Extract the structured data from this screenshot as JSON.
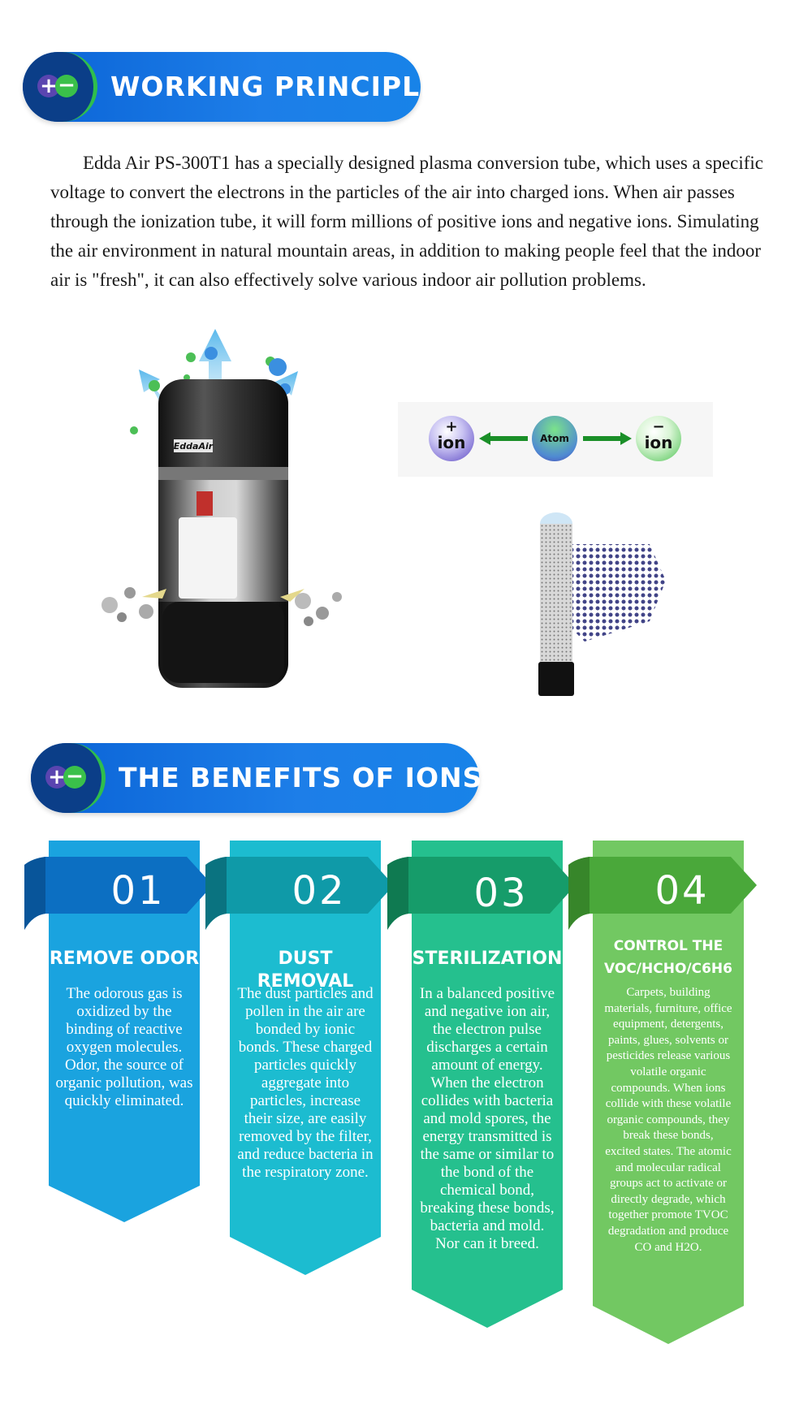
{
  "section1": {
    "title": "WORKING PRINCIPLE",
    "intro": "Edda Air PS-300T1 has a specially designed plasma conversion tube, which uses a specific voltage to convert the electrons in the particles of the air into charged ions. When air passes through the ionization tube, it will form millions of positive ions and negative ions. Simulating the air environment in natural mountain areas, in addition to making people feel that the indoor air is \"fresh\", it can also effectively solve various indoor air pollution problems."
  },
  "device": {
    "brand": "EddaAir"
  },
  "diagram": {
    "left_sign": "+",
    "left_label": "ion",
    "center_label": "Atom",
    "right_sign": "−",
    "right_label": "ion"
  },
  "section2": {
    "title": "THE BENEFITS OF IONS"
  },
  "cards": [
    {
      "num": "01",
      "title": "REMOVE ODOR",
      "desc": "The odorous gas is oxidized by the binding of reactive oxygen molecules. Odor, the source of organic pollution, was quickly eliminated.",
      "color": "#1aa3df"
    },
    {
      "num": "02",
      "title": "DUST REMOVAL",
      "desc": "The dust particles and pollen in the air are bonded by ionic bonds. These charged particles quickly aggregate into particles, increase their size, are easily removed by the filter, and reduce bacteria in the respiratory zone.",
      "color": "#1cbcd0"
    },
    {
      "num": "03",
      "title": "STERILIZATION",
      "desc": "In a balanced positive and negative ion air, the electron pulse discharges a certain amount of energy. When the electron collides with bacteria and mold spores, the energy transmitted is the same or similar to the bond of the chemical bond, breaking these bonds, bacteria and mold. Nor can it breed.",
      "color": "#25c08e"
    },
    {
      "num": "04",
      "title": "CONTROL THE VOC/HCHO/C6H6",
      "desc": "Carpets, building materials, furniture, office equipment, detergents, paints, glues, solvents or pesticides release various volatile organic compounds. When ions collide with these volatile organic compounds, they break these bonds, excited states. The atomic and molecular radical groups act to activate or directly degrade, which together promote TVOC degradation and produce CO and H2O.",
      "color": "#72c862"
    }
  ]
}
